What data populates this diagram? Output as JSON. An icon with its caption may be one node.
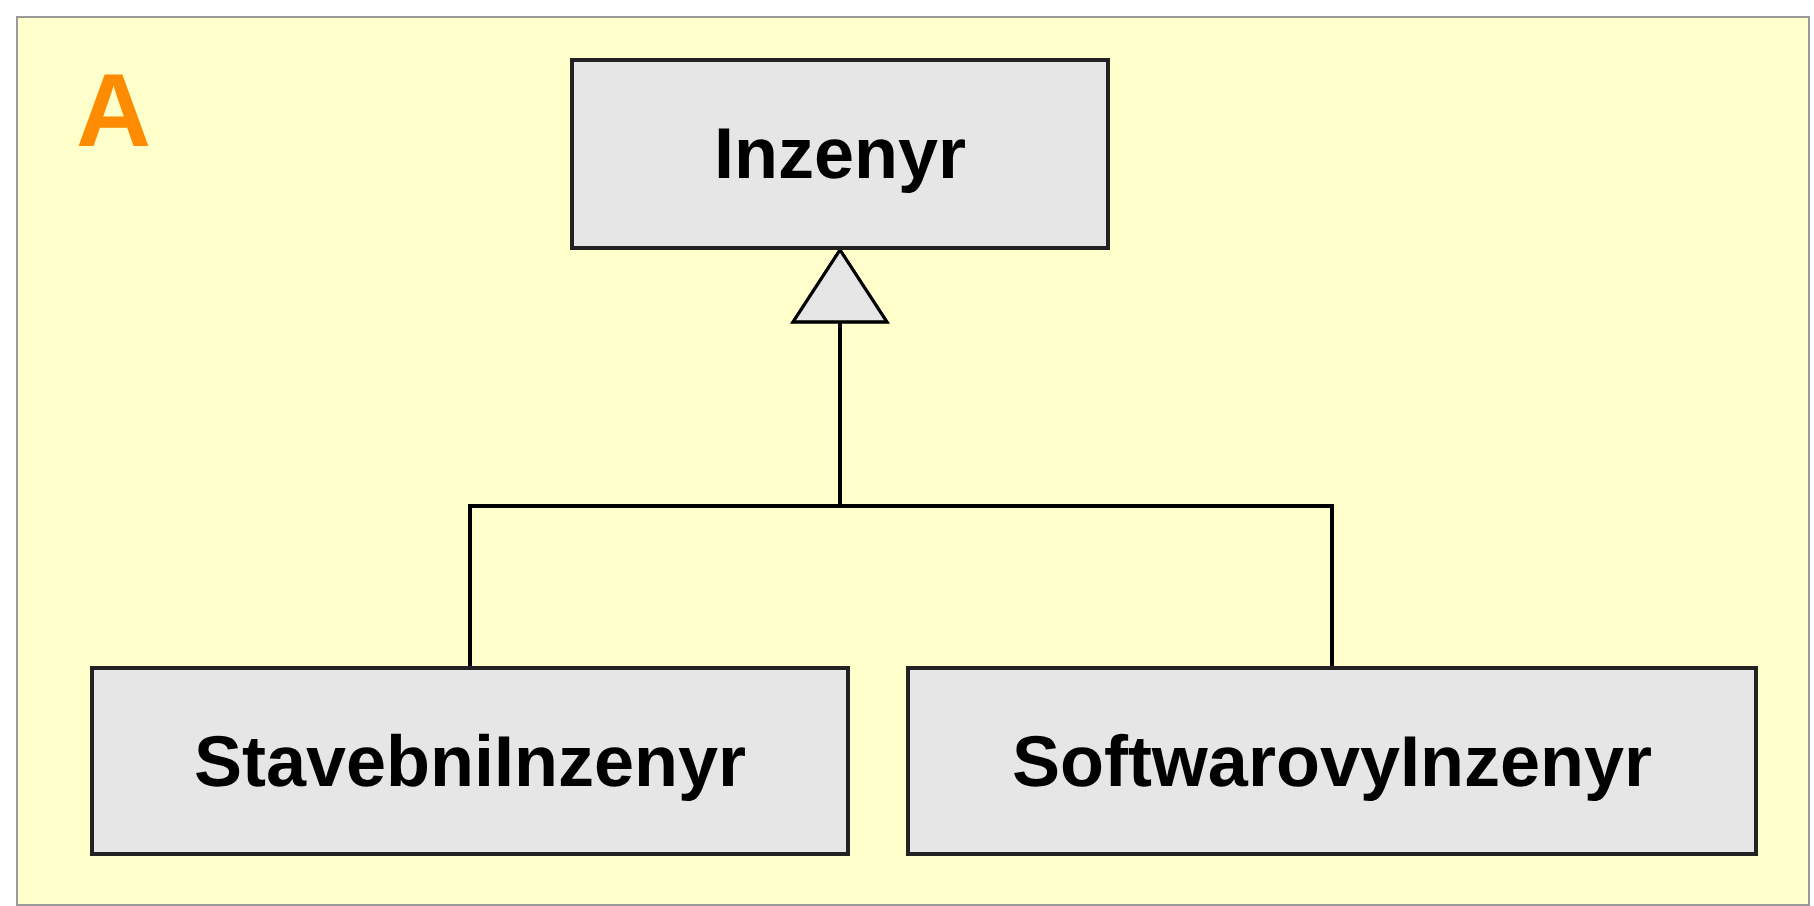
{
  "diagram": {
    "nodes": [
      {
        "text": [
          "Inzenyr"
        ]
      },
      {
        "text": [
          "StavebniInzenyr"
        ]
      },
      {
        "text": [
          "SoftwarovyInzenyr"
        ]
      }
    ],
    "edges": [
      {
        "from": 1,
        "to": 0,
        "arrow": "to"
      },
      {
        "from": 2,
        "to": 0,
        "arrow": "to"
      }
    ],
    "labels": [
      "A"
    ]
  }
}
